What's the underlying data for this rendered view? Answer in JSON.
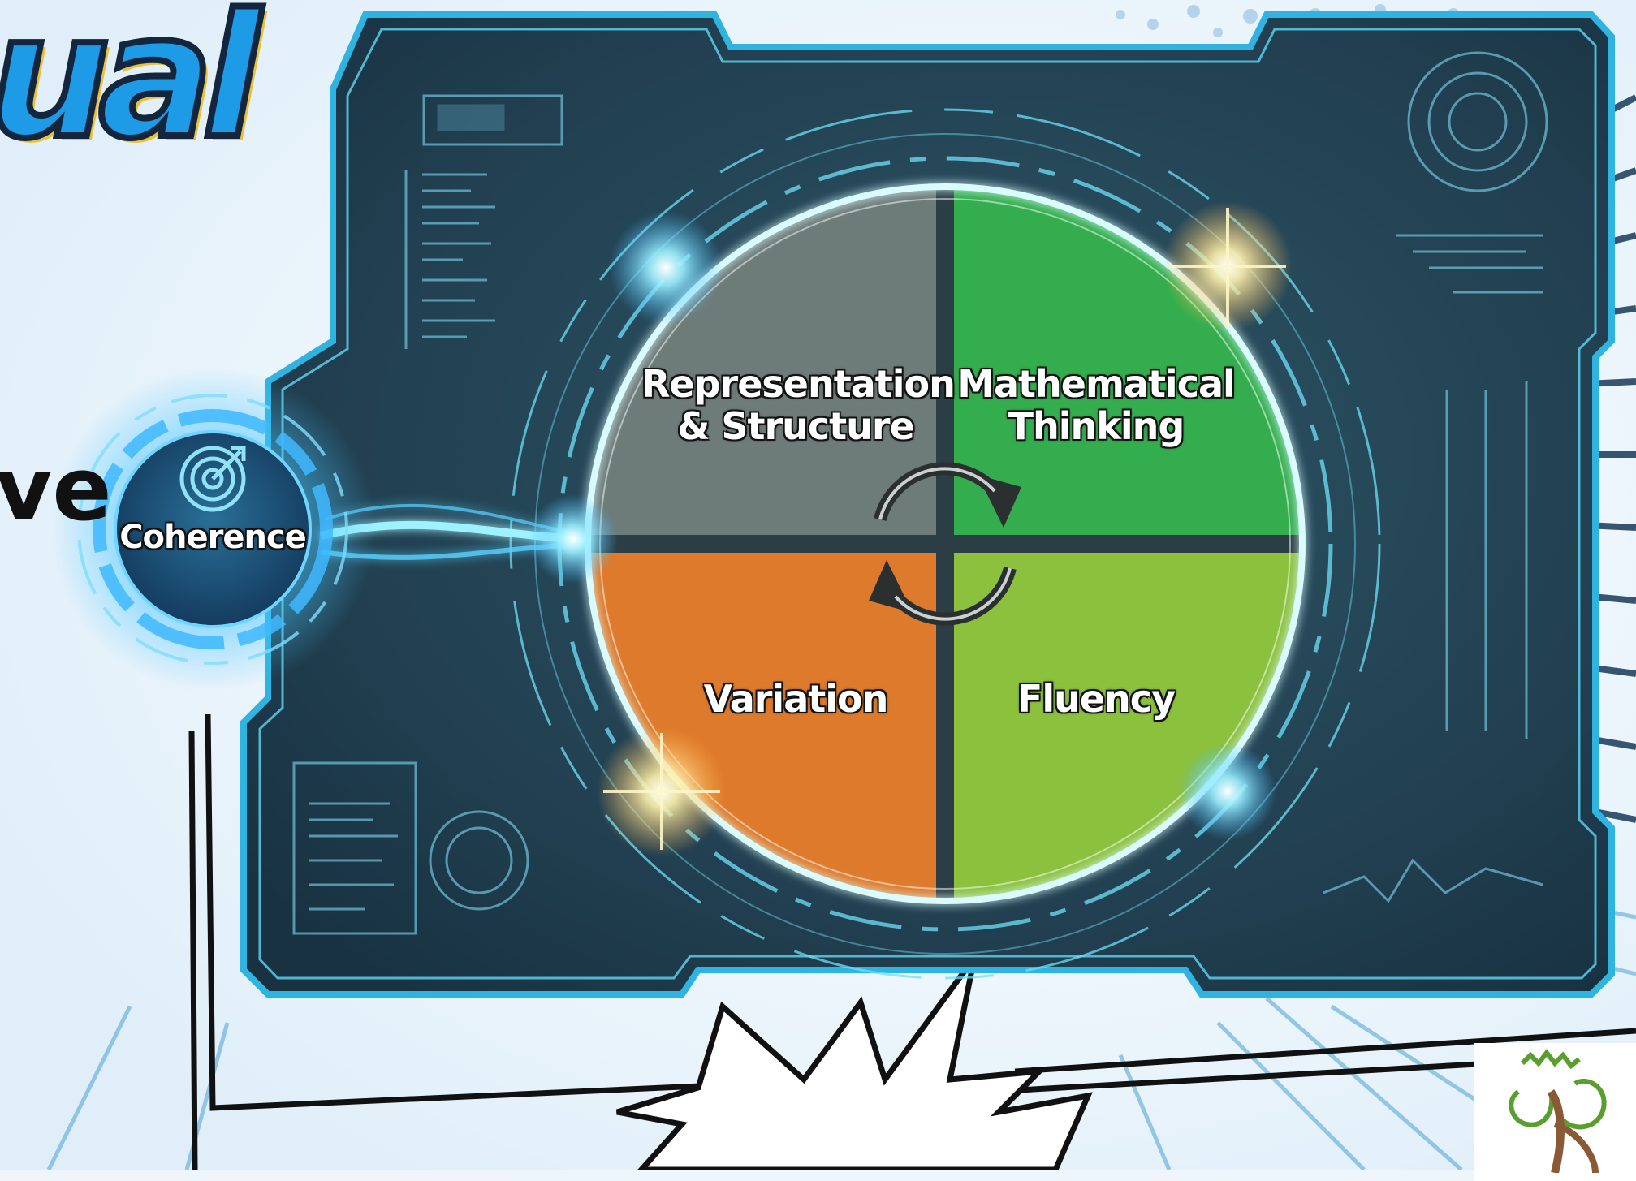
{
  "heading_fragment": "ual",
  "side_fragment": "ve",
  "hub": {
    "label": "Coherence",
    "icon": "target-arrow-icon"
  },
  "quadrants": [
    {
      "id": "representation",
      "line1": "Representation",
      "line2": "& Structure",
      "color": "#6c7a78"
    },
    {
      "id": "mathematical-thinking",
      "line1": "Mathematical",
      "line2": "Thinking",
      "color": "#34b04e"
    },
    {
      "id": "variation",
      "line1": "Variation",
      "line2": "",
      "color": "#e07b2c"
    },
    {
      "id": "fluency",
      "line1": "Fluency",
      "line2": "",
      "color": "#8cc33e"
    }
  ],
  "center_icon": "cycle-arrows-icon",
  "logo_icon": "tree-logo-icon",
  "colors": {
    "panel_dark": "#1d3a4a",
    "panel_edge": "#2fb3e0",
    "glow": "#7fe8ff",
    "heading_blue": "#1e9be6",
    "heading_outline": "#e9c13a"
  }
}
